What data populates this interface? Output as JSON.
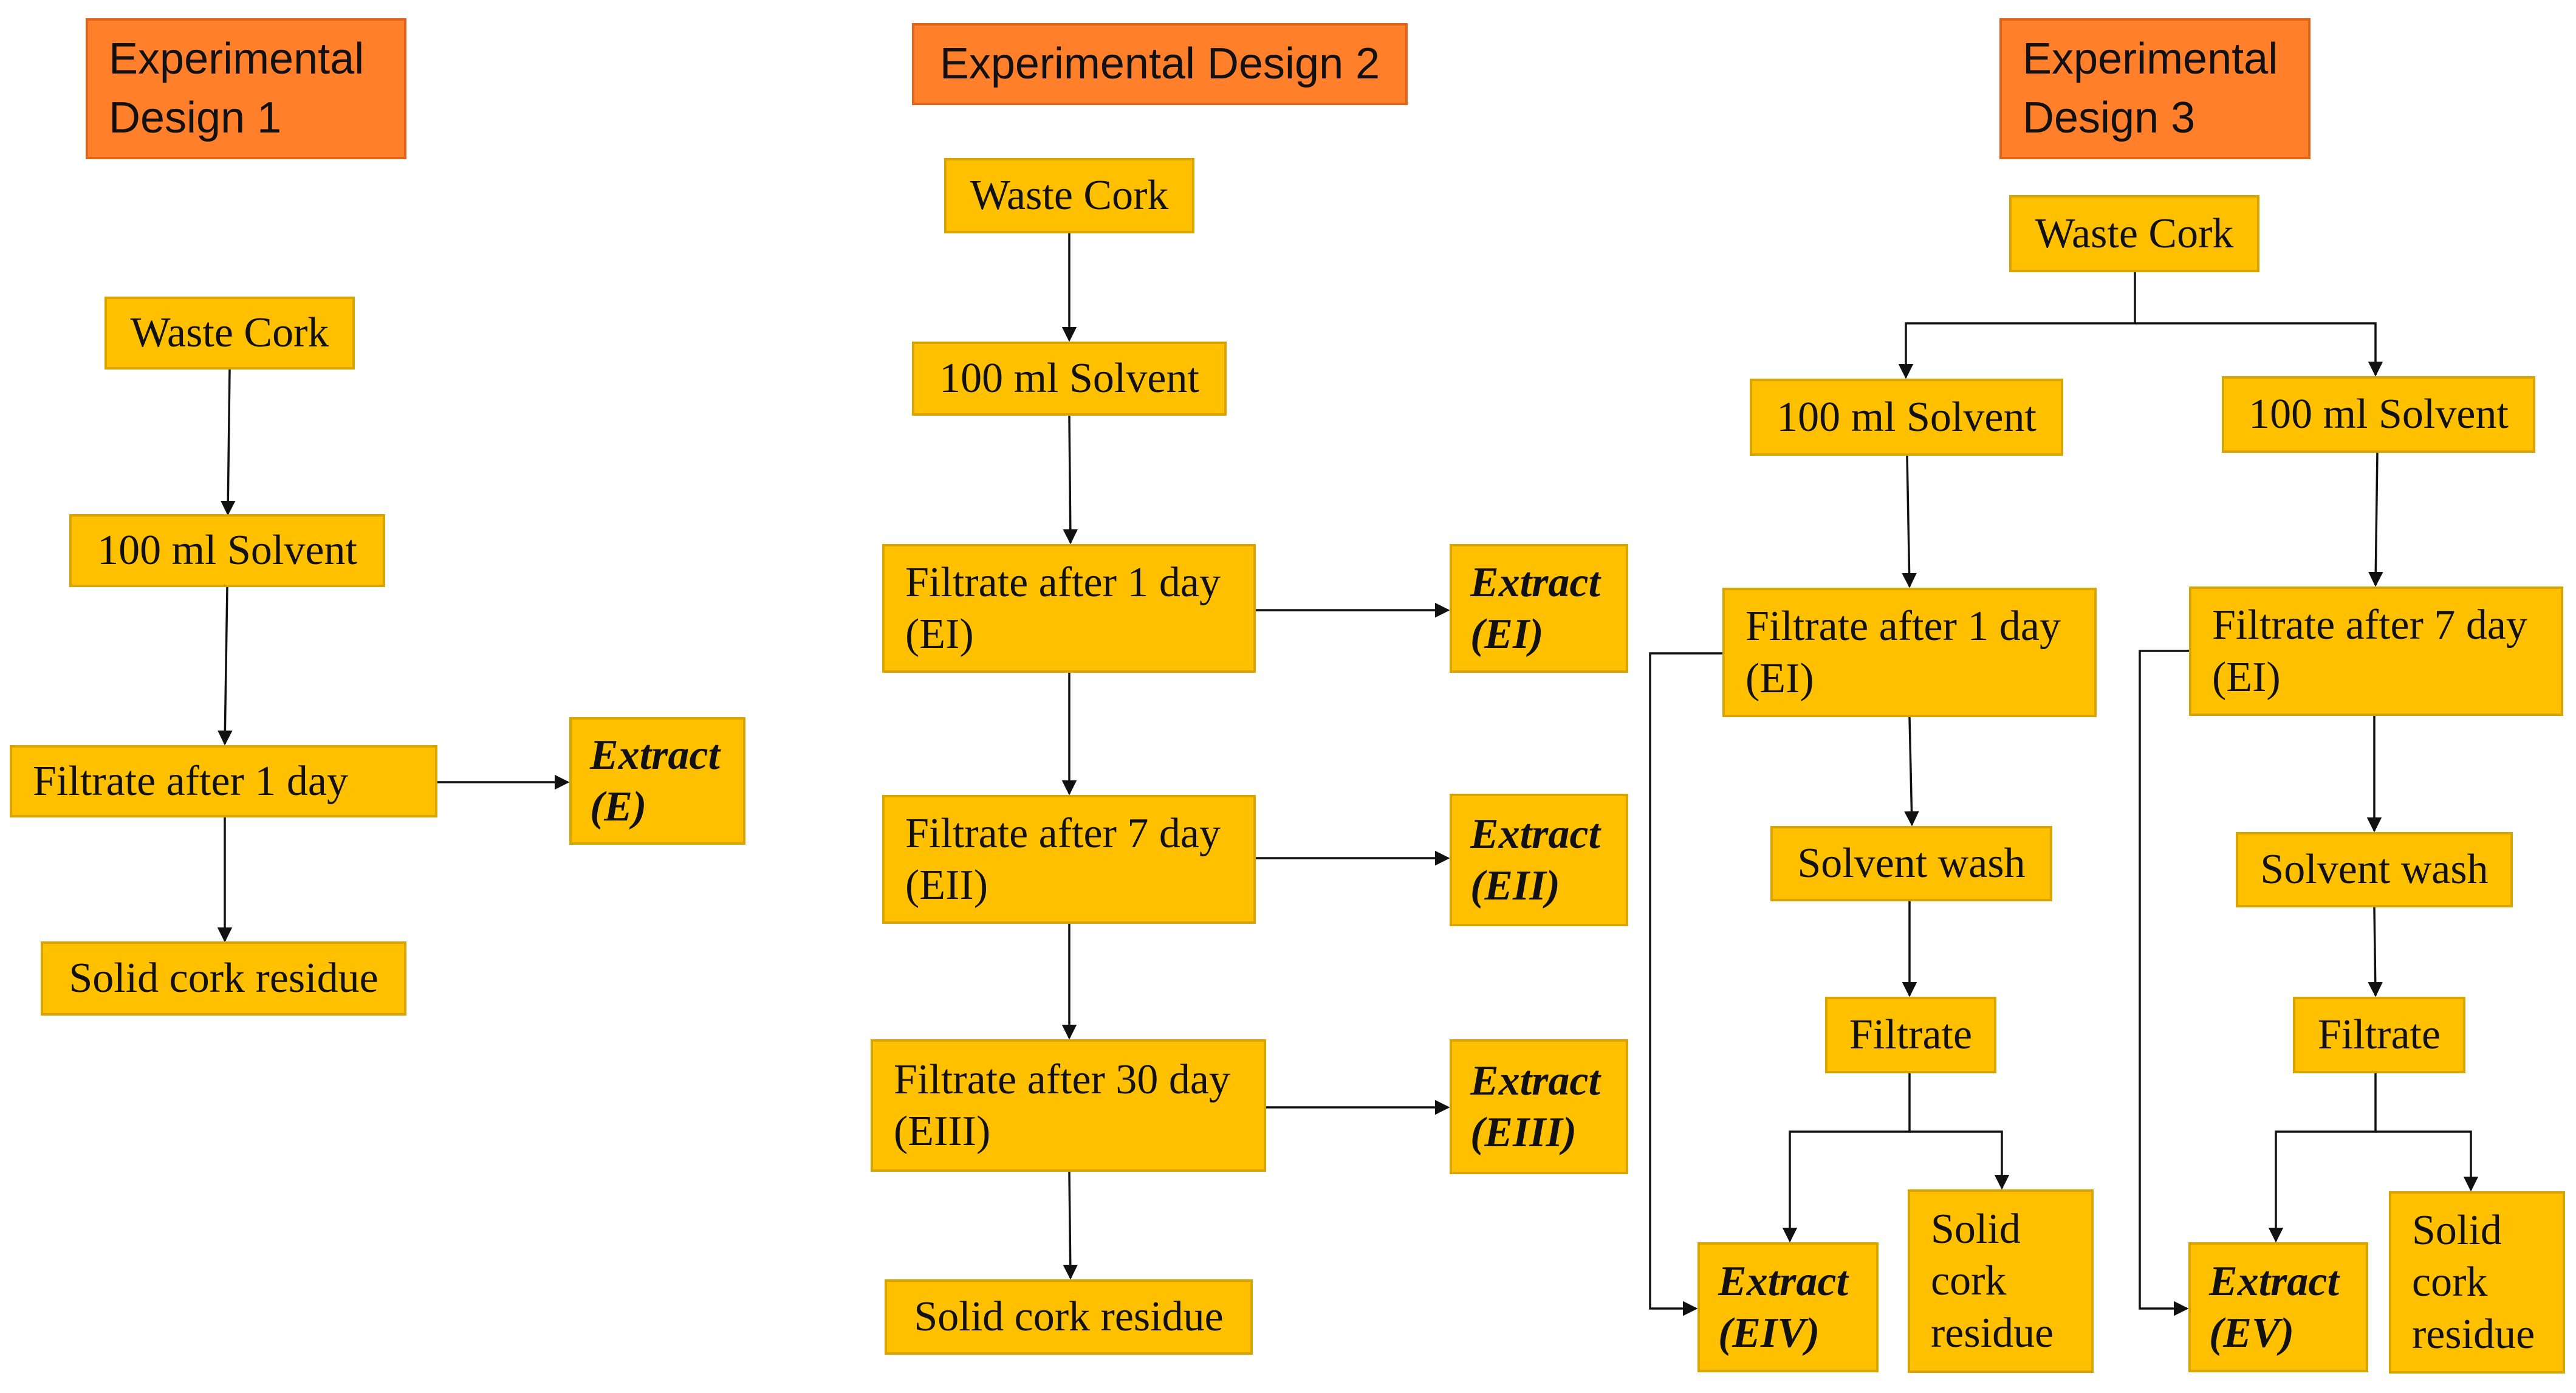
{
  "designs": {
    "d1": {
      "title": [
        "Experimental",
        "Design 1"
      ],
      "waste_cork": "Waste Cork",
      "solvent": "100 ml Solvent",
      "filtrate": "Filtrate after 1 day",
      "extract": [
        "Extract",
        "(E)"
      ],
      "residue": "Solid cork residue"
    },
    "d2": {
      "title": "Experimental Design 2",
      "waste_cork": "Waste Cork",
      "solvent": "100 ml Solvent",
      "filtrate1": [
        "Filtrate after 1 day",
        "(EI)"
      ],
      "filtrate7": [
        "Filtrate after 7 day",
        "(EII)"
      ],
      "filtrate30": [
        "Filtrate after 30 day",
        "(EIII)"
      ],
      "extract1": [
        "Extract",
        "(EI)"
      ],
      "extract2": [
        "Extract",
        "(EII)"
      ],
      "extract3": [
        "Extract",
        "(EIII)"
      ],
      "residue": "Solid cork residue"
    },
    "d3": {
      "title": [
        "Experimental",
        "Design 3"
      ],
      "waste_cork": "Waste Cork",
      "left": {
        "solvent": "100 ml Solvent",
        "filtrate_day": [
          "Filtrate after 1 day",
          "(EI)"
        ],
        "wash": "Solvent wash",
        "filtrate": "Filtrate",
        "extract": [
          "Extract",
          "(EIV)"
        ],
        "residue": [
          "Solid",
          "cork",
          "residue"
        ]
      },
      "right": {
        "solvent": "100 ml Solvent",
        "filtrate_day": [
          "Filtrate after 7 day",
          "(EI)"
        ],
        "wash": "Solvent wash",
        "filtrate": "Filtrate",
        "extract": [
          "Extract",
          "(EV)"
        ],
        "residue": [
          "Solid",
          "cork",
          "residue"
        ]
      }
    }
  },
  "colors": {
    "box_fill": "#FFC000",
    "box_border": "#D9A400",
    "title_fill": "#FF7F2A",
    "title_border": "#E0641A",
    "connector": "#111111"
  }
}
